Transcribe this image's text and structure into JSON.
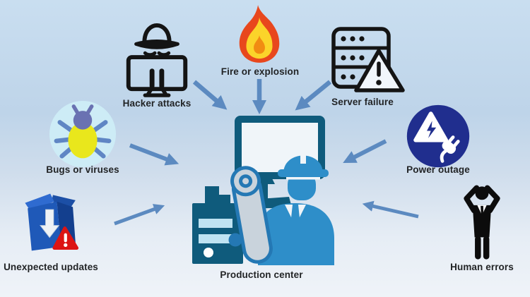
{
  "diagram": {
    "center": {
      "label": "Production center"
    },
    "threats": {
      "hacker": {
        "label": "Hacker attacks"
      },
      "fire": {
        "label": "Fire or explosion"
      },
      "server": {
        "label": "Server failure"
      },
      "bugs": {
        "label": "Bugs or viruses"
      },
      "power": {
        "label": "Power outage"
      },
      "updates": {
        "label": "Unexpected updates"
      },
      "human": {
        "label": "Human errors"
      }
    },
    "colors": {
      "background_top": "#c9def0",
      "background_bottom": "#eff3f8",
      "arrow": "#5c8ac0",
      "line_icon_black": "#141414",
      "fire_red": "#e8471d",
      "fire_orange": "#f18c12",
      "fire_yellow": "#fbd42a",
      "bug_circle": "#cdecf6",
      "bug_body_yellow": "#e9e71c",
      "bug_head_slate": "#6a72b2",
      "bug_leg_blue": "#5f86c4",
      "power_navy": "#202e8e",
      "update_box_blue": "#1f59b8",
      "update_box_dark": "#133f8e",
      "warning_red": "#dc1414",
      "production_teal": "#0f5b7c",
      "worker_blue": "#2e8ec9",
      "scroll_gray": "#c9d3dc",
      "scroll_accent": "#2478b4"
    }
  }
}
